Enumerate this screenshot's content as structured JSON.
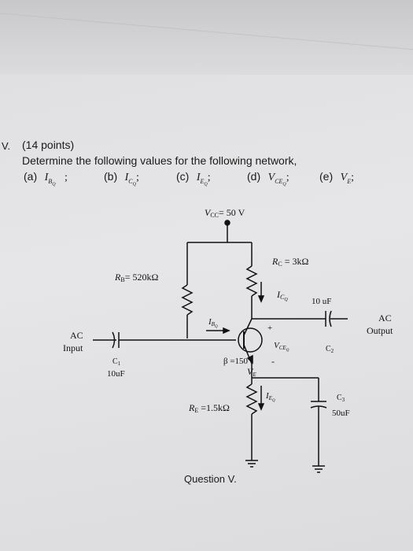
{
  "problem": {
    "number": "V.",
    "points": "(14 points)",
    "instruction": "Determine the following values for the following network,",
    "parts": [
      {
        "label": "(a)",
        "var": "I",
        "sub": "B",
        "subsub": "Q",
        "end": ";"
      },
      {
        "label": "(b)",
        "var": "I",
        "sub": "C",
        "subsub": "Q",
        "end": ";"
      },
      {
        "label": "(c)",
        "var": "I",
        "sub": "E",
        "subsub": "Q",
        "end": ";"
      },
      {
        "label": "(d)",
        "var": "V",
        "sub": "CE",
        "subsub": "Q",
        "end": ";"
      },
      {
        "label": "(e)",
        "var": "V",
        "sub": "E",
        "subsub": "",
        "end": ";"
      }
    ]
  },
  "circuit": {
    "vcc": "V",
    "vcc_sub": "CC",
    "vcc_value": "= 50 V",
    "rb": "R",
    "rb_sub": "B",
    "rb_value": "= 520kΩ",
    "rc": "R",
    "rc_sub": "C",
    "rc_value": " = 3kΩ",
    "re": "R",
    "re_sub": "E",
    "re_value": " =1.5kΩ",
    "ic_var": "I",
    "ic_sub": "C",
    "ic_subsub": "Q",
    "ib_var": "I",
    "ib_sub": "B",
    "ib_subsub": "Q",
    "ie_var": "I",
    "ie_sub": "E",
    "ie_subsub": "Q",
    "vce_var": "V",
    "vce_sub": "CE",
    "vce_subsub": "Q",
    "ve_var": "V",
    "ve_sub": "E",
    "beta": "β =150",
    "plus": "+",
    "minus": "-",
    "c1": "C",
    "c1_sub": "1",
    "c1_value": "10uF",
    "c2": "C",
    "c2_sub": "2",
    "c2_value": "10 uF",
    "c3": "C",
    "c3_sub": "3",
    "c3_value": "50uF",
    "ac_in_1": "AC",
    "ac_in_2": "Input",
    "ac_out_1": "AC",
    "ac_out_2": "Output"
  },
  "caption": "Question V."
}
